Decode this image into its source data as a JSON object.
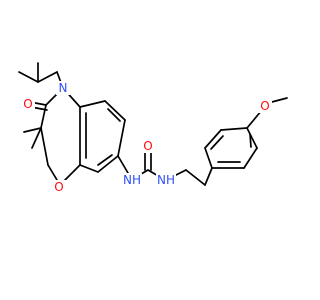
{
  "molecule": {
    "colors": {
      "bond": "#000000",
      "oxygen": "#ff0d0d",
      "nitrogen": "#3050f8",
      "background": "#ffffff"
    },
    "atoms": {
      "ring_n": "N",
      "carbonyl_o": "O",
      "ring_o": "O",
      "urea_o": "O",
      "urea_nh_left": "NH",
      "urea_nh_right": "NH",
      "methoxy_o": "O"
    }
  }
}
